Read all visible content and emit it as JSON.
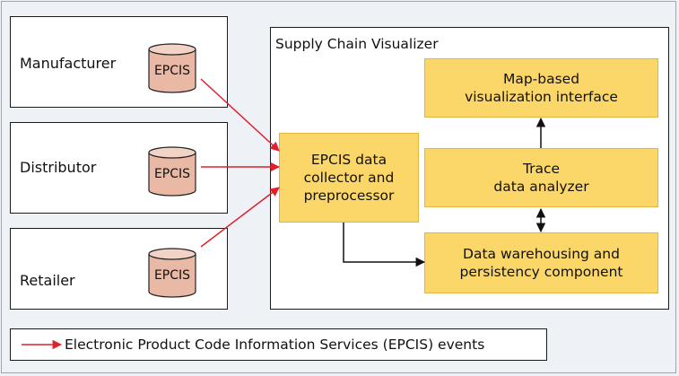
{
  "sources": [
    {
      "name": "Manufacturer",
      "db": "EPCIS"
    },
    {
      "name": "Distributor",
      "db": "EPCIS"
    },
    {
      "name": "Retailer",
      "db": "EPCIS"
    }
  ],
  "visualizer": {
    "title": "Supply Chain Visualizer",
    "collector": "EPCIS data\ncollector and\npreprocessor",
    "map": "Map-based\nvisualization interface",
    "analyzer": "Trace\ndata analyzer",
    "warehouse": "Data warehousing and\npersistency component"
  },
  "legend": {
    "text": "Electronic Product Code Information Services (EPCIS) events"
  },
  "colors": {
    "event_arrow": "#e0202c",
    "component_fill": "#fbd76a",
    "cylinder_fill": "#e9b9a6"
  }
}
